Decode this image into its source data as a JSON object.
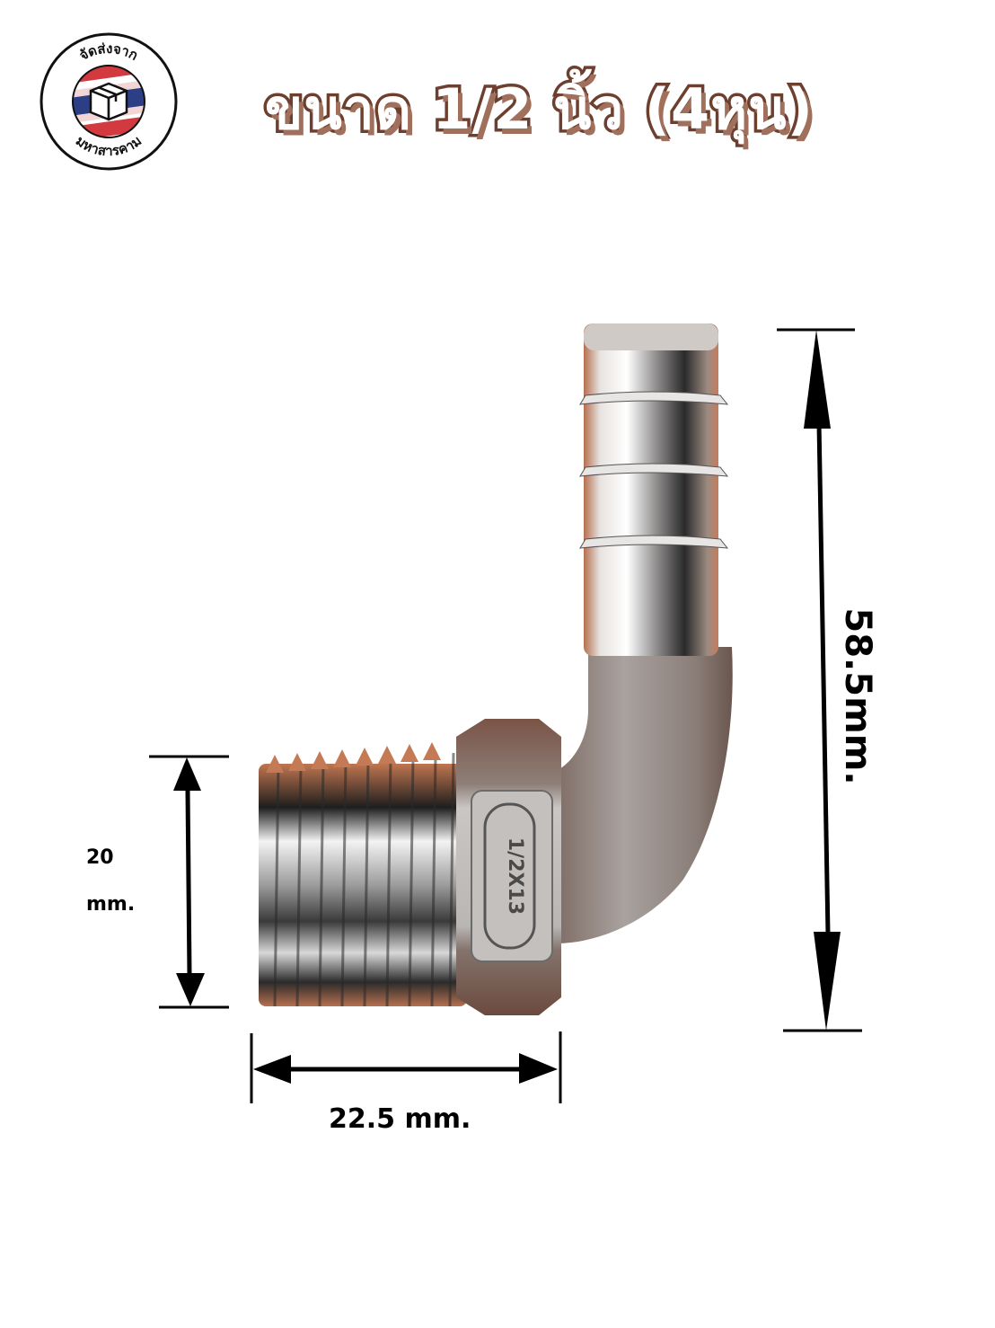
{
  "logo": {
    "top_text": "จัดส่งจาก",
    "bottom_text": "มหาสารคาม",
    "icon": "package-box-icon",
    "colors": {
      "red": "#d33a3f",
      "blue": "#2c3f86",
      "white": "#ffffff",
      "ring": "#111111"
    }
  },
  "title": {
    "text": "ขนาด 1/2 นิ้ว (4หุน)",
    "fill": "#ffffff",
    "stroke": "#6d3f2f",
    "shadow": "#a0705c"
  },
  "product": {
    "name": "stainless steel 90° elbow hose barb fitting",
    "hex_marking": "1/2X13"
  },
  "dimensions": {
    "total_height": "58.5mm.",
    "thread_height_value": "20",
    "thread_height_unit": "mm.",
    "thread_length": "22.5 mm."
  }
}
